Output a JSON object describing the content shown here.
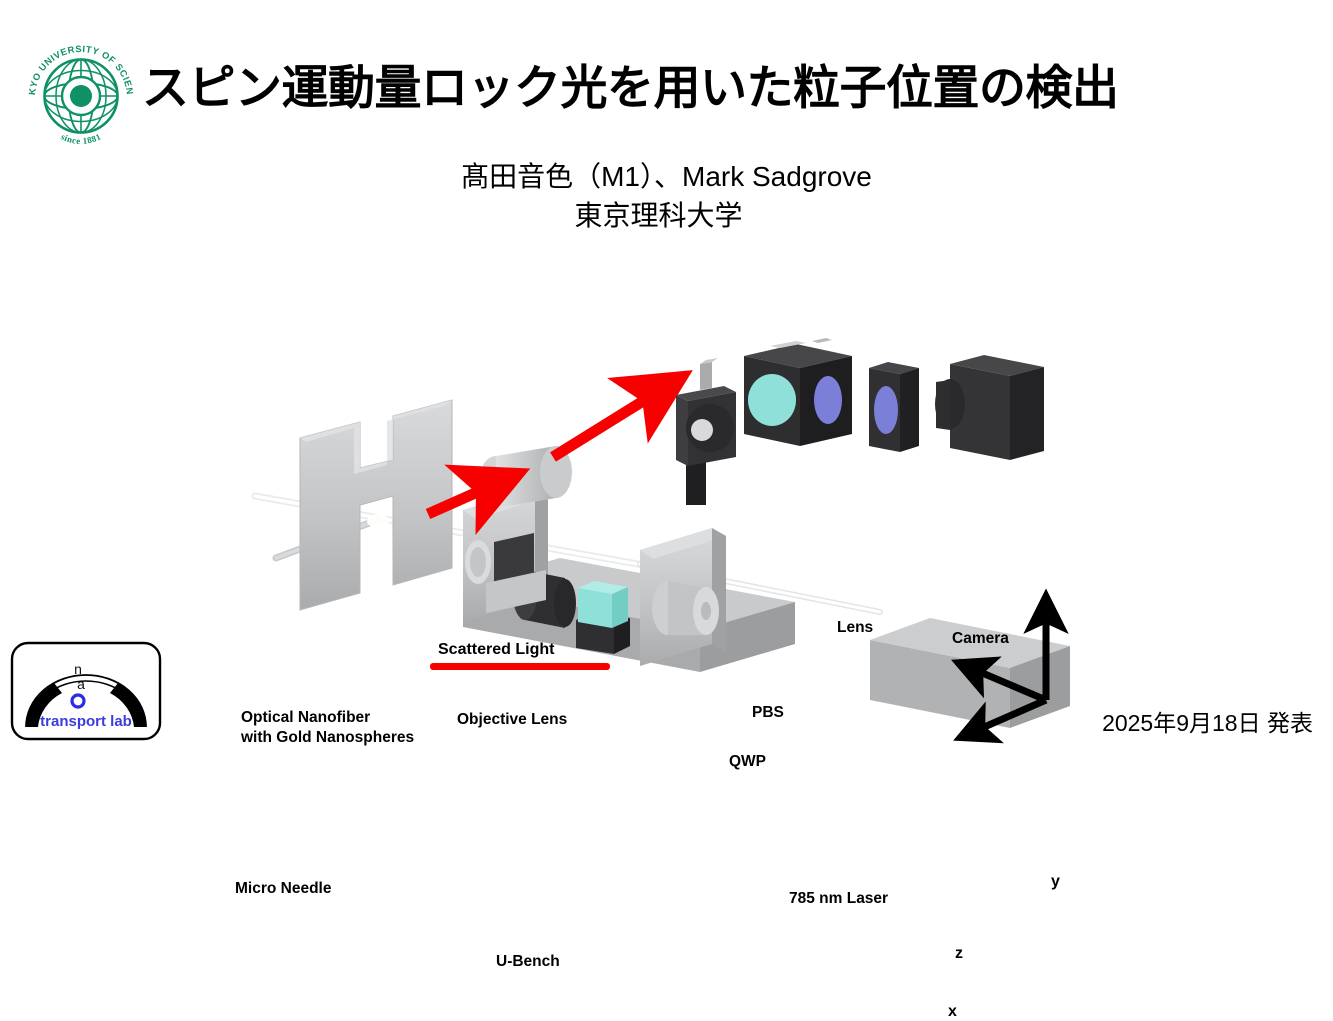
{
  "slide": {
    "title": "スピン運動量ロック光を用いた粒子位置の検出",
    "authors_line1": "髙田音色（M1）、Mark Sadgrove",
    "authors_line2": "東京理科大学",
    "date": "2025年9月18日 発表"
  },
  "university_logo": {
    "name": "tokyo-university-of-science-logo",
    "top_text": "TOKYO UNIVERSITY OF SCIENCE",
    "bottom_text": "since 1881",
    "color": "#0e9163"
  },
  "lab_logo": {
    "name": "nanotransport-lab-logo",
    "letter_n": "n",
    "letter_a": "a",
    "letter_o": "o",
    "wordmark": "transport lab",
    "color": "#3a3ce0"
  },
  "figure": {
    "labels": {
      "scattered_light": "Scattered Light",
      "optical_nanofiber_line1": "Optical Nanofiber",
      "optical_nanofiber_line2": "with Gold Nanospheres",
      "objective_lens": "Objective Lens",
      "micro_needle": "Micro Needle",
      "u_bench": "U-Bench",
      "qwp": "QWP",
      "pbs": "PBS",
      "lens": "Lens",
      "camera": "Camera",
      "laser": "785 nm Laser"
    },
    "axes": {
      "y": "y",
      "z": "z",
      "x": "x"
    },
    "colors": {
      "arrow_red": "#f70000",
      "optic_cyan": "#8fe0d8",
      "optic_blue": "#7b7fd8",
      "body_gray": "#bfc1c3",
      "body_dark": "#3a3a3c",
      "gold_nanosphere": "#f2d21a"
    }
  }
}
